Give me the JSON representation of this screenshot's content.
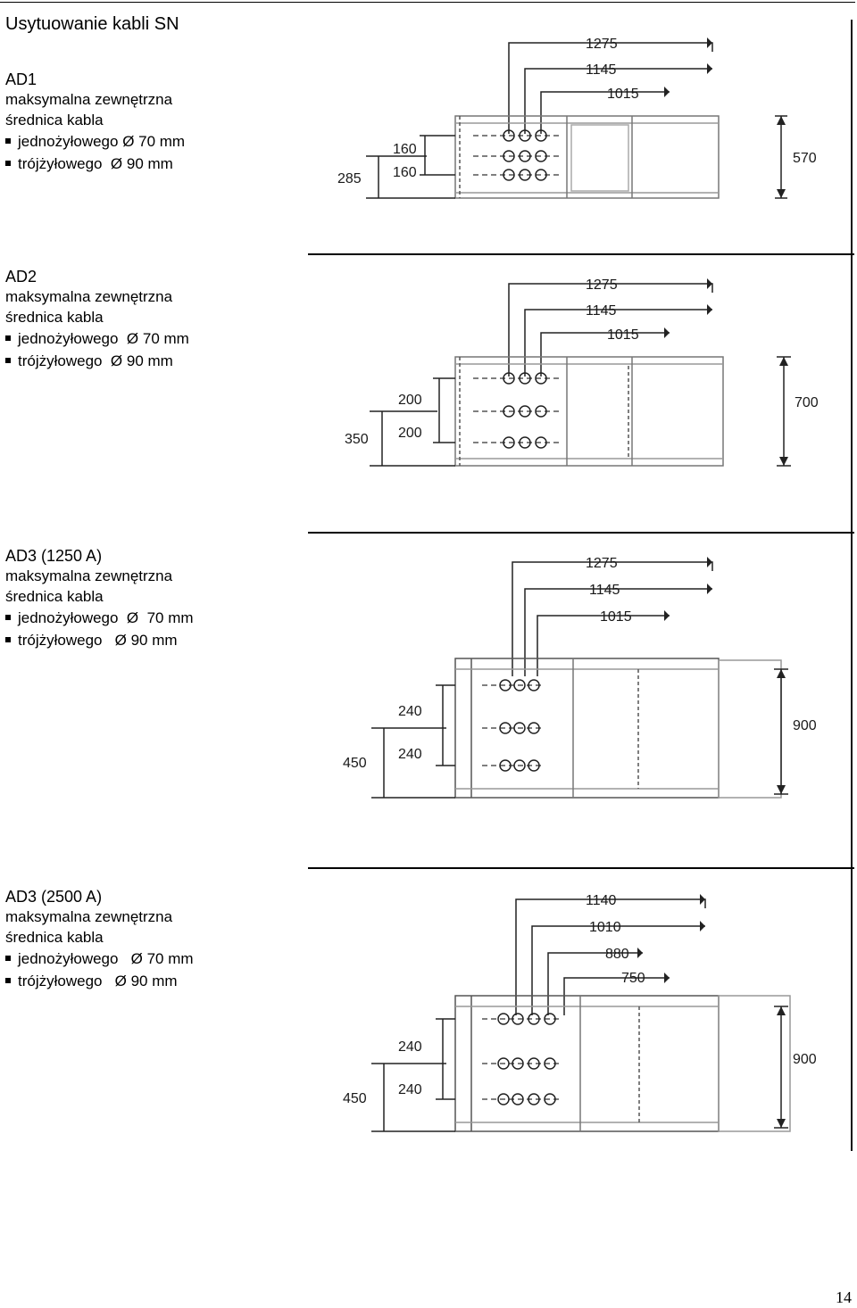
{
  "page": {
    "title": "Usytuowanie kabli SN",
    "page_number": "14"
  },
  "sections": [
    {
      "name": "AD1",
      "subtitle_line1": "maksymalna zewnętrzna",
      "subtitle_line2": "średnica kabla",
      "items": [
        "jednożyłowego Ø 70 mm",
        "trójżyłowego  Ø 90 mm"
      ],
      "drawing": {
        "dims_top": [
          "1275",
          "1145",
          "1015"
        ],
        "dims_left_inner": [
          "160",
          "160"
        ],
        "dim_left_outer": "285",
        "dim_right": "570"
      }
    },
    {
      "name": "AD2",
      "subtitle_line1": "maksymalna zewnętrzna",
      "subtitle_line2": "średnica kabla",
      "items": [
        "jednożyłowego  Ø 70 mm",
        "trójżyłowego  Ø 90 mm"
      ],
      "drawing": {
        "dims_top": [
          "1275",
          "1145",
          "1015"
        ],
        "dims_left_inner": [
          "200",
          "200"
        ],
        "dim_left_outer": "350",
        "dim_right": "700"
      }
    },
    {
      "name": "AD3 (1250 A)",
      "subtitle_line1": "maksymalna zewnętrzna",
      "subtitle_line2": "średnica kabla",
      "items": [
        "jednożyłowego  Ø  70 mm",
        "trójżyłowego   Ø 90 mm"
      ],
      "drawing": {
        "dims_top": [
          "1275",
          "1145",
          "1015"
        ],
        "dims_left_inner": [
          "240",
          "240"
        ],
        "dim_left_outer": "450",
        "dim_right": "900"
      }
    },
    {
      "name": "AD3 (2500 A)",
      "subtitle_line1": "maksymalna zewnętrzna",
      "subtitle_line2": "średnica kabla",
      "items": [
        "jednożyłowego   Ø 70 mm",
        "trójżyłowego   Ø 90 mm"
      ],
      "drawing": {
        "dims_top": [
          "1140",
          "1010",
          "880",
          "750"
        ],
        "dims_left_inner": [
          "240",
          "240"
        ],
        "dim_left_outer": "450",
        "dim_right": "900"
      }
    }
  ]
}
